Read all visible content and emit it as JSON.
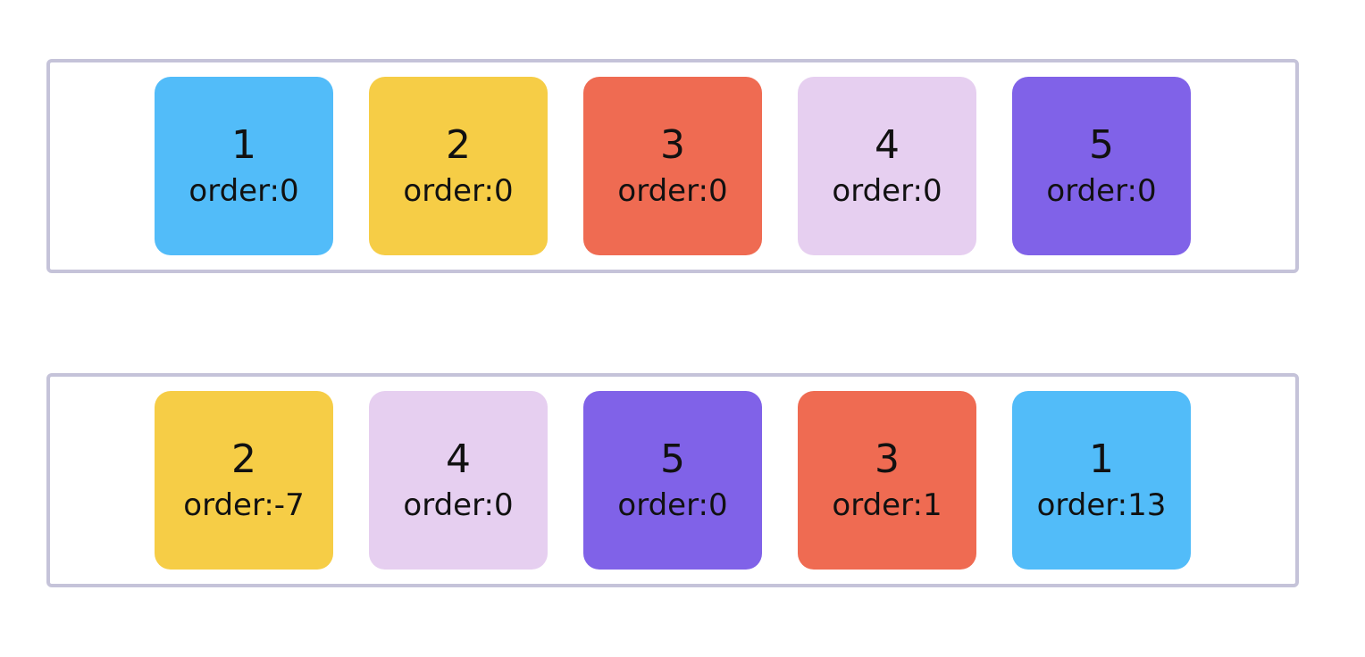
{
  "colors": {
    "blue": "#52bcf9",
    "yellow": "#f6cd46",
    "red": "#ef6b52",
    "lavender": "#e6cff0",
    "purple": "#8062e8",
    "border": "#c5c3d9"
  },
  "rows": [
    {
      "items": [
        {
          "number": "1",
          "order": "order:0",
          "color": "#52bcf9"
        },
        {
          "number": "2",
          "order": "order:0",
          "color": "#f6cd46"
        },
        {
          "number": "3",
          "order": "order:0",
          "color": "#ef6b52"
        },
        {
          "number": "4",
          "order": "order:0",
          "color": "#e6cff0"
        },
        {
          "number": "5",
          "order": "order:0",
          "color": "#8062e8"
        }
      ]
    },
    {
      "items": [
        {
          "number": "2",
          "order": "order:-7",
          "color": "#f6cd46"
        },
        {
          "number": "4",
          "order": "order:0",
          "color": "#e6cff0"
        },
        {
          "number": "5",
          "order": "order:0",
          "color": "#8062e8"
        },
        {
          "number": "3",
          "order": "order:1",
          "color": "#ef6b52"
        },
        {
          "number": "1",
          "order": "order:13",
          "color": "#52bcf9"
        }
      ]
    }
  ]
}
